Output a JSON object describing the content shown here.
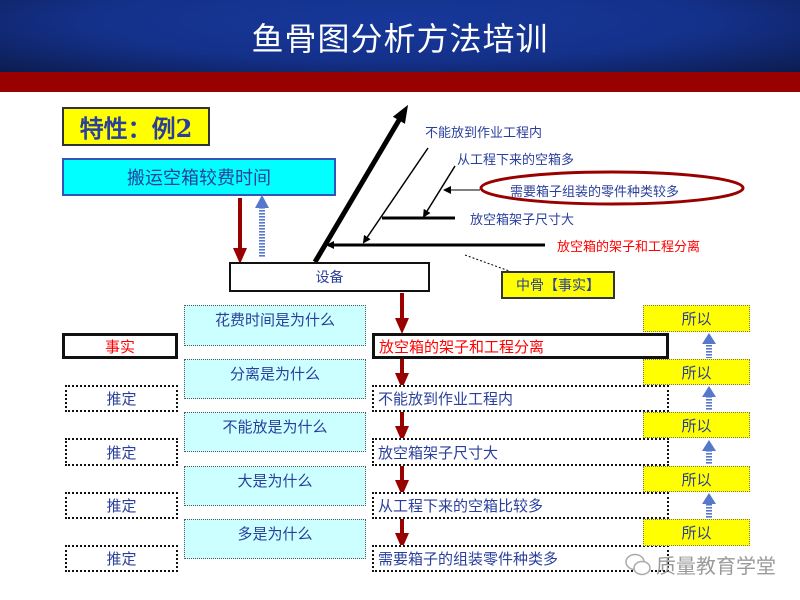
{
  "header": {
    "title": "鱼骨图分析方法培训"
  },
  "characteristic": {
    "label": "特性：例2",
    "problem": "搬运空箱较费时间"
  },
  "fishbone": {
    "category": "设备",
    "bones": [
      "不能放到作业工程内",
      "从工程下来的空箱多",
      "需要箱子组装的零件种类较多",
      "放空箱架子尺寸大",
      "放空箱的架子和工程分离"
    ],
    "middle_bone_label": "中骨【事实】"
  },
  "why_chain": {
    "questions": [
      "花费时间是为什么",
      "分离是为什么",
      "不能放是为什么",
      "大是为什么",
      "多是为什么"
    ],
    "rows": [
      {
        "type": "事实",
        "text": "放空箱的架子和工程分离"
      },
      {
        "type": "推定",
        "text": "不能放到作业工程内"
      },
      {
        "type": "推定",
        "text": "放空箱架子尺寸大"
      },
      {
        "type": "推定",
        "text": "从工程下来的空箱比较多"
      },
      {
        "type": "推定",
        "text": "需要箱子的组装零件种类多"
      }
    ],
    "therefore": [
      "所以",
      "所以",
      "所以",
      "所以",
      "所以"
    ]
  },
  "watermark": "质量教育学堂",
  "colors": {
    "header_blue": "#14318a",
    "band_red": "#990000",
    "text_blue": "#2a3f9c",
    "fact_red": "#ff0000",
    "arrow_red": "#990000"
  }
}
